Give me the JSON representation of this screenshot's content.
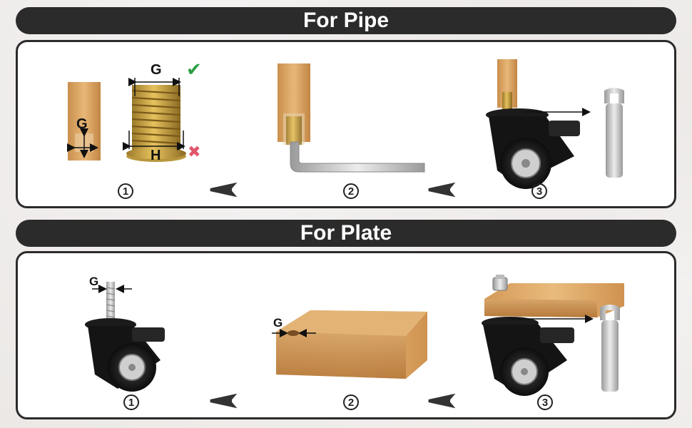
{
  "pipe": {
    "title": "For Pipe",
    "label_g_dim": "G",
    "label_g_pipe": "G",
    "label_h": "H",
    "check_mark": "✔",
    "cross_mark": "✖",
    "steps": [
      "1",
      "2",
      "3"
    ]
  },
  "plate": {
    "title": "For Plate",
    "label_g_stem": "G",
    "label_g_hole": "G",
    "steps": [
      "1",
      "2",
      "3"
    ]
  },
  "colors": {
    "banner": "#2b2b2b",
    "check": "#2e9e46",
    "cross": "#e2556a",
    "wood": "#d9a766"
  },
  "icons": [
    "insert-nut-icon",
    "hex-key-icon",
    "wrench-icon",
    "caster-wheel-icon",
    "arrow-right-icon"
  ]
}
